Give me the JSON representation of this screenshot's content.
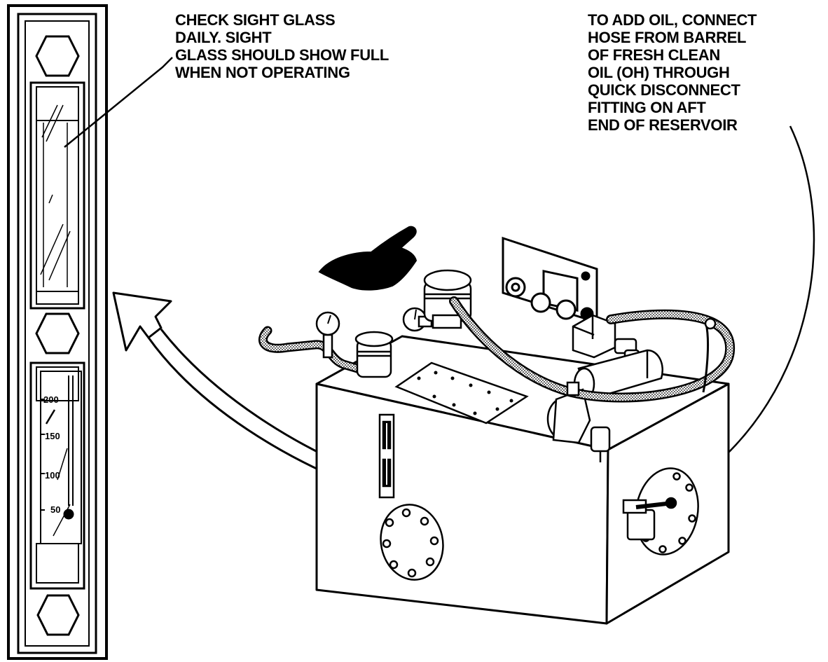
{
  "callouts": {
    "sight_glass_note": [
      "CHECK SIGHT GLASS",
      "DAILY. SIGHT",
      "GLASS SHOULD SHOW FULL",
      "WHEN NOT OPERATING"
    ],
    "add_oil_note": [
      "TO ADD OIL, CONNECT",
      "HOSE FROM BARREL",
      "OF FRESH CLEAN",
      "OIL (OH) THROUGH",
      "QUICK DISCONNECT",
      "FITTING ON AFT",
      "END OF RESERVOIR"
    ]
  },
  "gauge": {
    "tick_labels": [
      "200",
      "150",
      "100",
      "50"
    ]
  },
  "colors": {
    "line": "#000000",
    "background": "#ffffff",
    "hose_fill": "#9a9a9a",
    "hand_fill": "#000000"
  }
}
